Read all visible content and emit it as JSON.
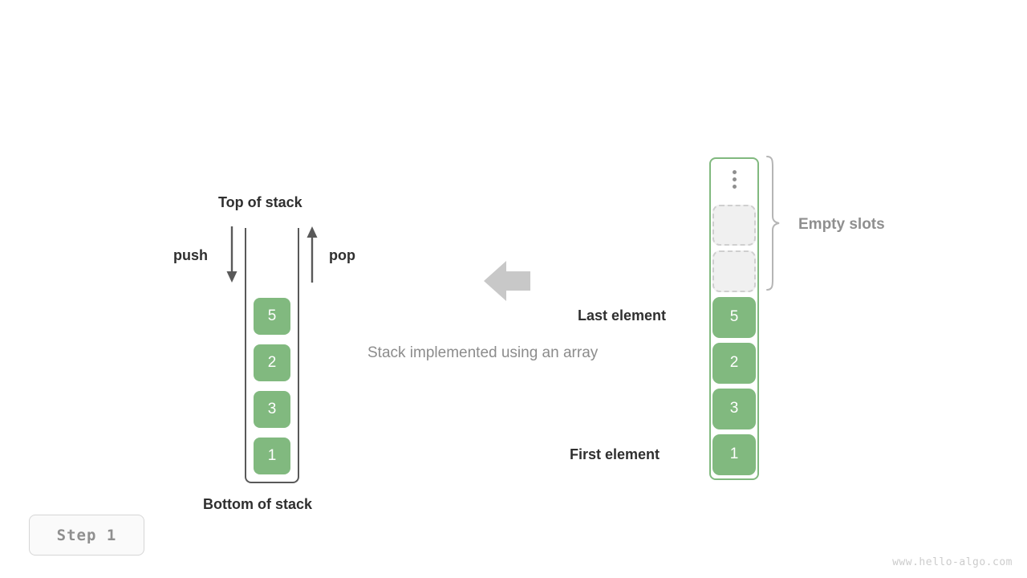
{
  "diagram": {
    "caption": "Stack implemented using an array",
    "watermark": "www.hello-algo.com",
    "step_badge": "Step 1",
    "colors": {
      "element_fill": "#81b97f",
      "element_text": "#ffffff",
      "empty_slot_fill": "#f0f0f0",
      "empty_slot_border": "#cfcfcf",
      "stack_border": "#595959",
      "array_border": "#81b97f",
      "label_dark": "#2f2f2f",
      "label_gray": "#8f8f8f",
      "arrow_gray": "#595959",
      "center_arrow": "#c8c8c8"
    }
  },
  "left_stack": {
    "title_top": "Top of stack",
    "title_bottom": "Bottom of stack",
    "push_label": "push",
    "pop_label": "pop",
    "push_icon": "arrow-down-icon",
    "pop_icon": "arrow-up-icon",
    "elements": [
      "5",
      "2",
      "3",
      "1"
    ]
  },
  "center": {
    "arrow_icon": "arrow-left-icon",
    "caption": "Stack implemented using an array"
  },
  "right_array": {
    "empty_slots_label": "Empty slots",
    "last_element_label": "Last element",
    "first_element_label": "First element",
    "brace_icon": "curly-brace-icon",
    "ellipsis_icon": "vertical-ellipsis-icon",
    "slots": [
      {
        "type": "ellipsis",
        "value": ""
      },
      {
        "type": "empty",
        "value": ""
      },
      {
        "type": "empty",
        "value": ""
      },
      {
        "type": "filled",
        "value": "5"
      },
      {
        "type": "filled",
        "value": "2"
      },
      {
        "type": "filled",
        "value": "3"
      },
      {
        "type": "filled",
        "value": "1"
      }
    ]
  }
}
